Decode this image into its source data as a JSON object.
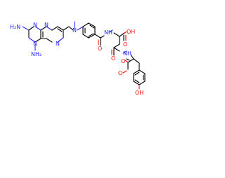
{
  "molecule": {
    "colors": {
      "carbon": "#000000",
      "nitrogen": "#2a2aff",
      "oxygen": "#ff0d0d"
    },
    "atom_labels": {
      "nh2_top": "H₂N",
      "nh2_bottom": "NH₂",
      "ring_n_1": "N",
      "ring_n_2": "N",
      "ring_n_3": "N",
      "ring_n_4": "N",
      "amine_n": "N",
      "amide_nh_1": "NH",
      "amide_nh_2": "NH",
      "amide_o_1": "O",
      "acid_oh": "OH",
      "acid_o": "O",
      "amide_o_2": "O",
      "ester_o_dbl": "O",
      "ester_o_single": "O",
      "phenol_oh": "OH"
    }
  }
}
